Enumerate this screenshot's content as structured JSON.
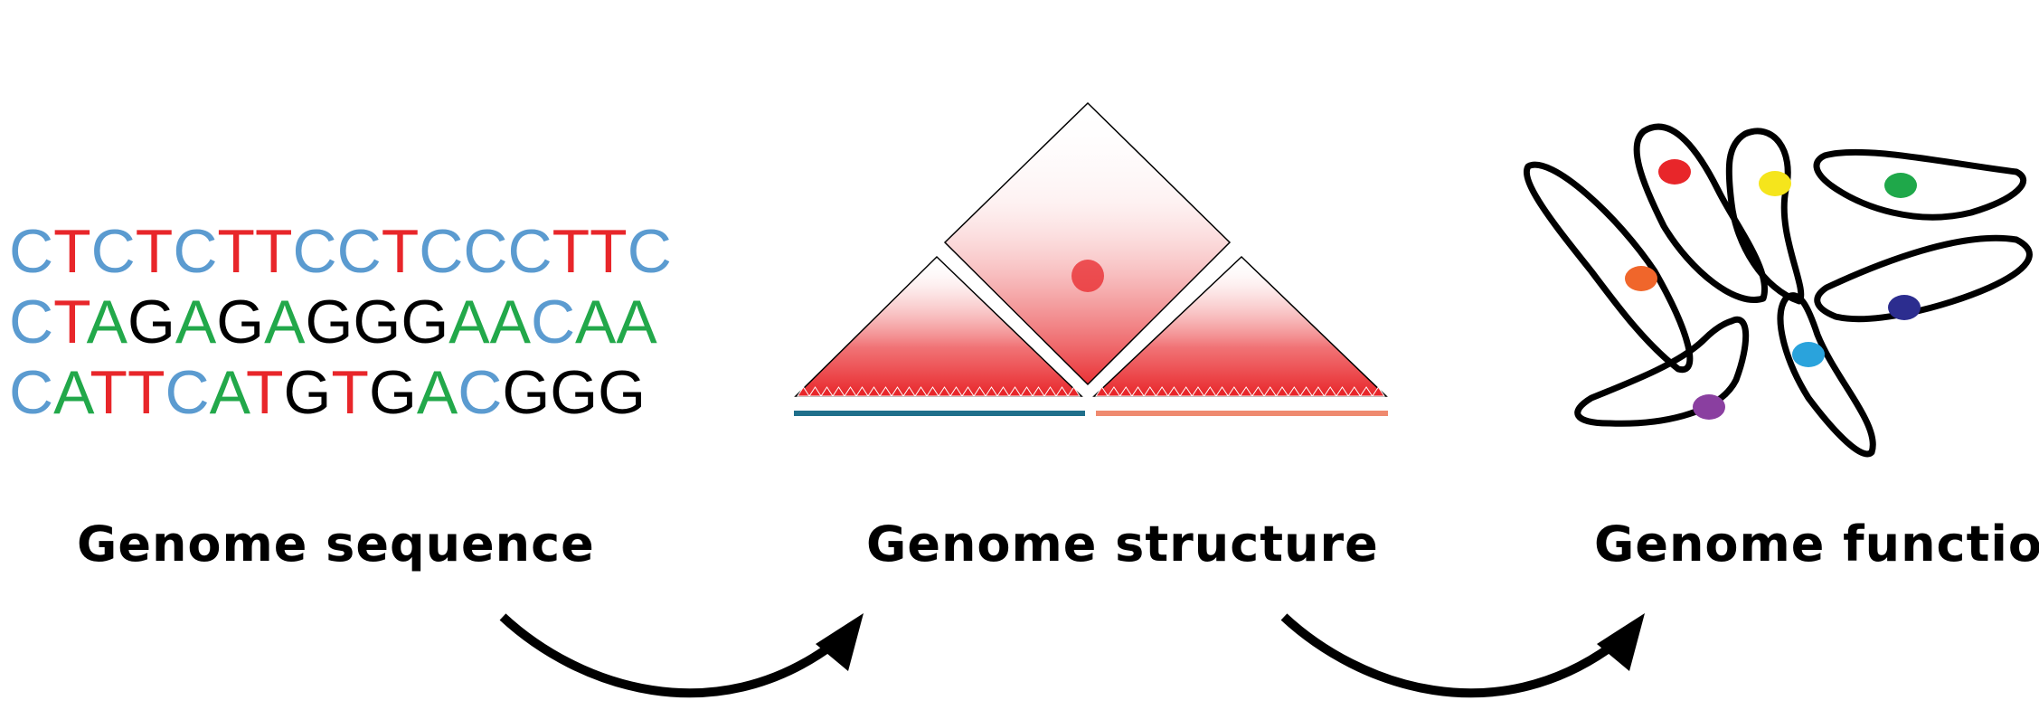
{
  "sequence": {
    "lines": [
      "CTCTCTTCCTCCCTTC",
      "CTAGAGAGGGAACAA",
      "CATTCATGTGACGGG"
    ],
    "colors": {
      "A": "#22a84a",
      "C": "#5b9bd0",
      "G": "#000000",
      "T": "#e8262a"
    }
  },
  "labels": {
    "sequence": "Genome sequence",
    "structure": "Genome structure",
    "function": "Genome function"
  },
  "structure": {
    "domain_colors": {
      "tad1_bar": "#1f6f8b",
      "tad2_bar": "#ef8a6f",
      "contact": "#e8262a"
    }
  },
  "cells": {
    "outline_color": "#000000",
    "nucleus_colors": [
      "#e8262a",
      "#f5e51c",
      "#1fa84a",
      "#f0662b",
      "#2c2d8f",
      "#2aa3dc",
      "#8a3fa0"
    ]
  }
}
